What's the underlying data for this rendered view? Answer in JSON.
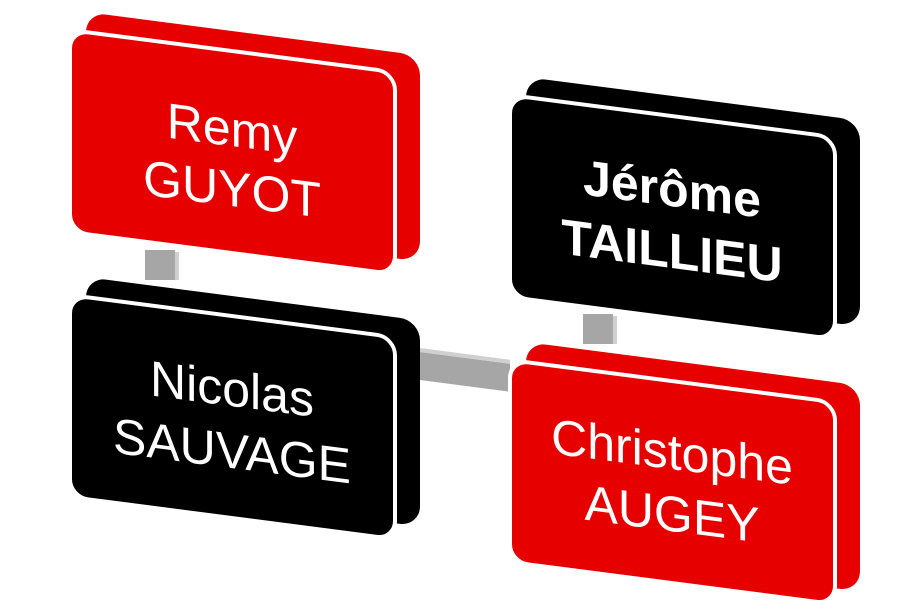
{
  "colors": {
    "red": "#e60000",
    "black": "#000000",
    "connector": "#a6a6a6"
  },
  "cards": [
    {
      "first": "Remy",
      "last": "GUYOT",
      "color": "#e60000",
      "bold": false
    },
    {
      "first": "Jérôme",
      "last": "TAILLIEU",
      "color": "#000000",
      "bold": true
    },
    {
      "first": "Nicolas",
      "last": "SAUVAGE",
      "color": "#000000",
      "bold": false
    },
    {
      "first": "Christophe",
      "last": "AUGEY",
      "color": "#e60000",
      "bold": false
    }
  ]
}
